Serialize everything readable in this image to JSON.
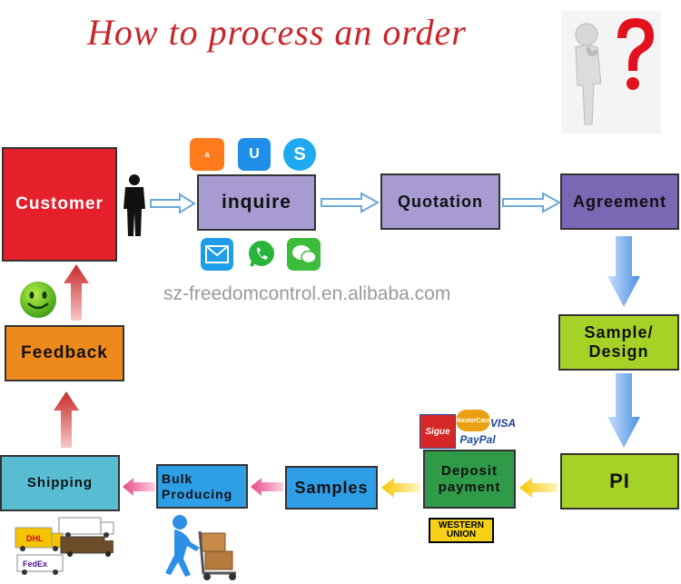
{
  "title": "How to process an order",
  "watermark": "sz-freedomcontrol.en.alibaba.com",
  "steps": {
    "customer": "Customer",
    "inquire": "inquire",
    "quotation": "Quotation",
    "agreement": "Agreement",
    "sample_design": "Sample/ Design",
    "pi": "PI",
    "deposit_payment": "Deposit payment",
    "samples": "Samples",
    "bulk_producing": "Bulk Producing",
    "shipping": "Shipping",
    "feedback": "Feedback"
  },
  "payment_logos": {
    "sigue": "Sigue",
    "mastercard": "MasterCard",
    "visa": "VISA",
    "paypal": "PayPal",
    "western_union": "WESTERN UNION"
  },
  "carrier_logos": {
    "dhl": "DHL",
    "fedex": "FedEx"
  },
  "icons": [
    "person-silhouette-icon",
    "question-mark-icon",
    "alibaba-icon",
    "trademanager-icon",
    "skype-icon",
    "email-icon",
    "whatsapp-icon",
    "wechat-icon",
    "smiley-icon",
    "delivery-trucks-icon",
    "worker-with-cart-icon"
  ],
  "colors": {
    "title": "#c8262b",
    "customer": "#e5202a",
    "purple": "#a89bd2",
    "green": "#a6d228",
    "dark_green": "#2f9a47",
    "blue": "#2e9ee6",
    "cyan": "#58bcd3",
    "orange": "#ee8a1c",
    "red_arrow": "#c82a2a"
  }
}
